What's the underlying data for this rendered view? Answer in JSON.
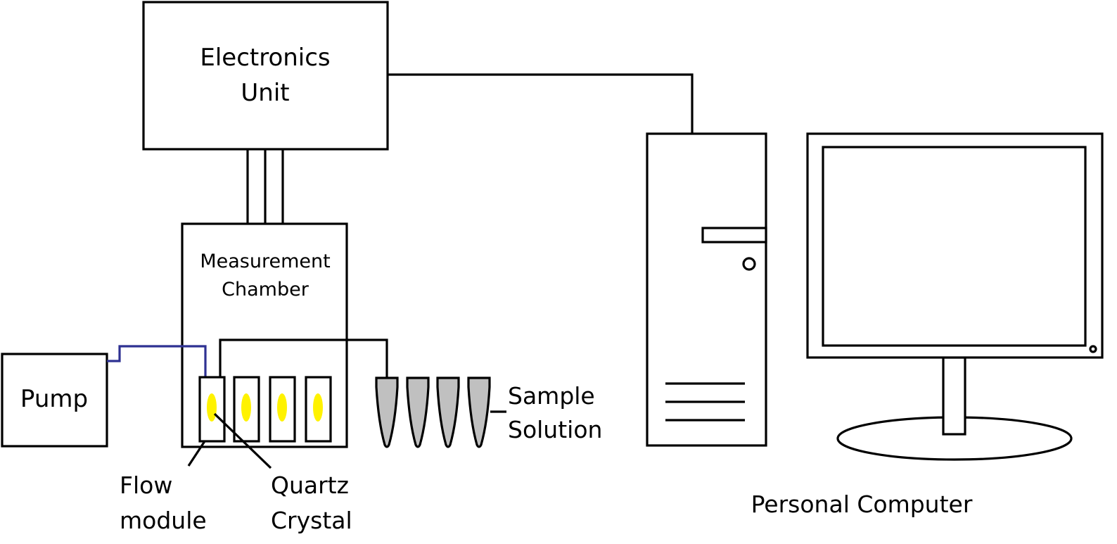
{
  "labels": {
    "electronics_unit": [
      "Electronics",
      "Unit"
    ],
    "measurement_chamber": [
      "Measurement",
      "Chamber"
    ],
    "pump": "Pump",
    "sample_solution": [
      "Sample",
      "Solution"
    ],
    "flow_module": [
      "Flow",
      "module"
    ],
    "quartz_crystal": [
      "Quartz",
      "Crystal"
    ],
    "personal_computer": "Personal Computer"
  },
  "colors": {
    "line": "#000000",
    "pump_tube": "#2e3192",
    "crystal": "#fff200",
    "sample_tube": "#c0c0c0",
    "background": "#ffffff"
  },
  "counts_shown": {
    "flow_modules": 4,
    "sample_tubes": 4
  }
}
